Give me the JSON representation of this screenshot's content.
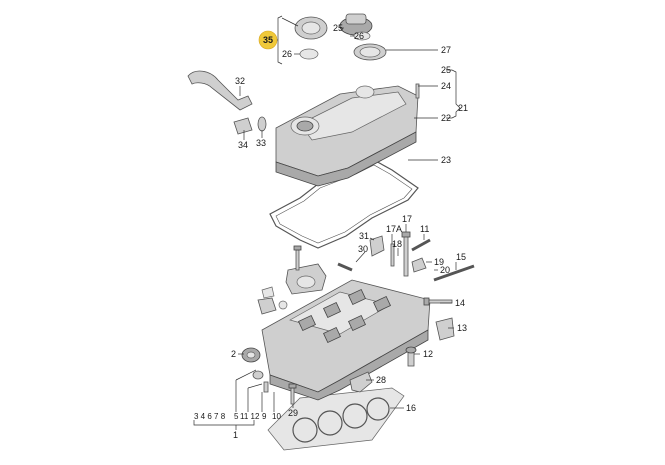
{
  "diagram": {
    "highlight_color": "#f0c93a",
    "labels": {
      "l35": "35",
      "l25a": "25",
      "l26a": "26",
      "l26b": "26",
      "l27": "27",
      "l25b": "25",
      "l24": "24",
      "l32": "32",
      "l22": "22",
      "l21": "21",
      "l34": "34",
      "l33": "33",
      "l23": "23",
      "l17": "17",
      "l11": "11",
      "l17a": "17A",
      "l31": "31",
      "l30": "30",
      "l18": "18",
      "l19": "19",
      "l15": "15",
      "l20": "20",
      "l14": "14",
      "l13": "13",
      "l12": "12",
      "l2": "2",
      "l28": "28",
      "l29": "29",
      "l16": "16",
      "l1": "1",
      "l3478": "3 4 6 7 8",
      "l5": "5",
      "l1112": "11 12",
      "l9": "9",
      "l10": "10"
    }
  }
}
